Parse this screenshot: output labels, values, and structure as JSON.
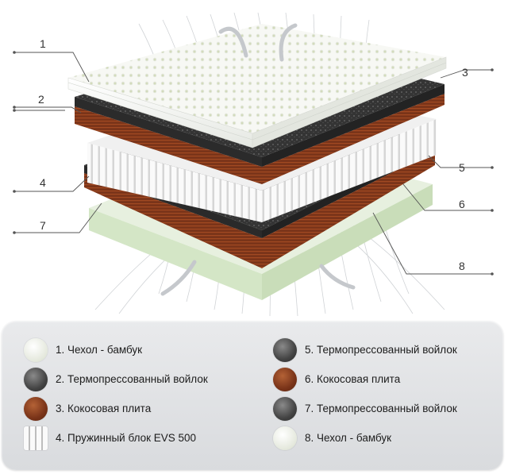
{
  "callouts": [
    "1",
    "2",
    "3",
    "4",
    "5",
    "6",
    "7",
    "8"
  ],
  "legend": {
    "left": [
      {
        "text": "1. Чехол - бамбук",
        "icon": "bamboo-cover-icon"
      },
      {
        "text": "2. Термопрессованный войлок",
        "icon": "felt-icon"
      },
      {
        "text": "3. Кокосовая плита",
        "icon": "coconut-icon"
      },
      {
        "text": "4. Пружинный блок EVS 500",
        "icon": "spring-block-icon"
      }
    ],
    "right": [
      {
        "text": "5. Термопрессованный войлок",
        "icon": "felt-icon"
      },
      {
        "text": "6. Кокосовая плита",
        "icon": "coconut-icon"
      },
      {
        "text": "7. Термопрессованный войлок",
        "icon": "felt-icon"
      },
      {
        "text": "8. Чехол - бамбук",
        "icon": "bamboo-cover-icon"
      }
    ]
  },
  "colors": {
    "cover": "#f4f6ef",
    "felt": "#3a3a3a",
    "coconut": "#7a3419",
    "spring": "#f3f3f3",
    "bottom_cover": "#dfead6",
    "line": "#555555"
  }
}
